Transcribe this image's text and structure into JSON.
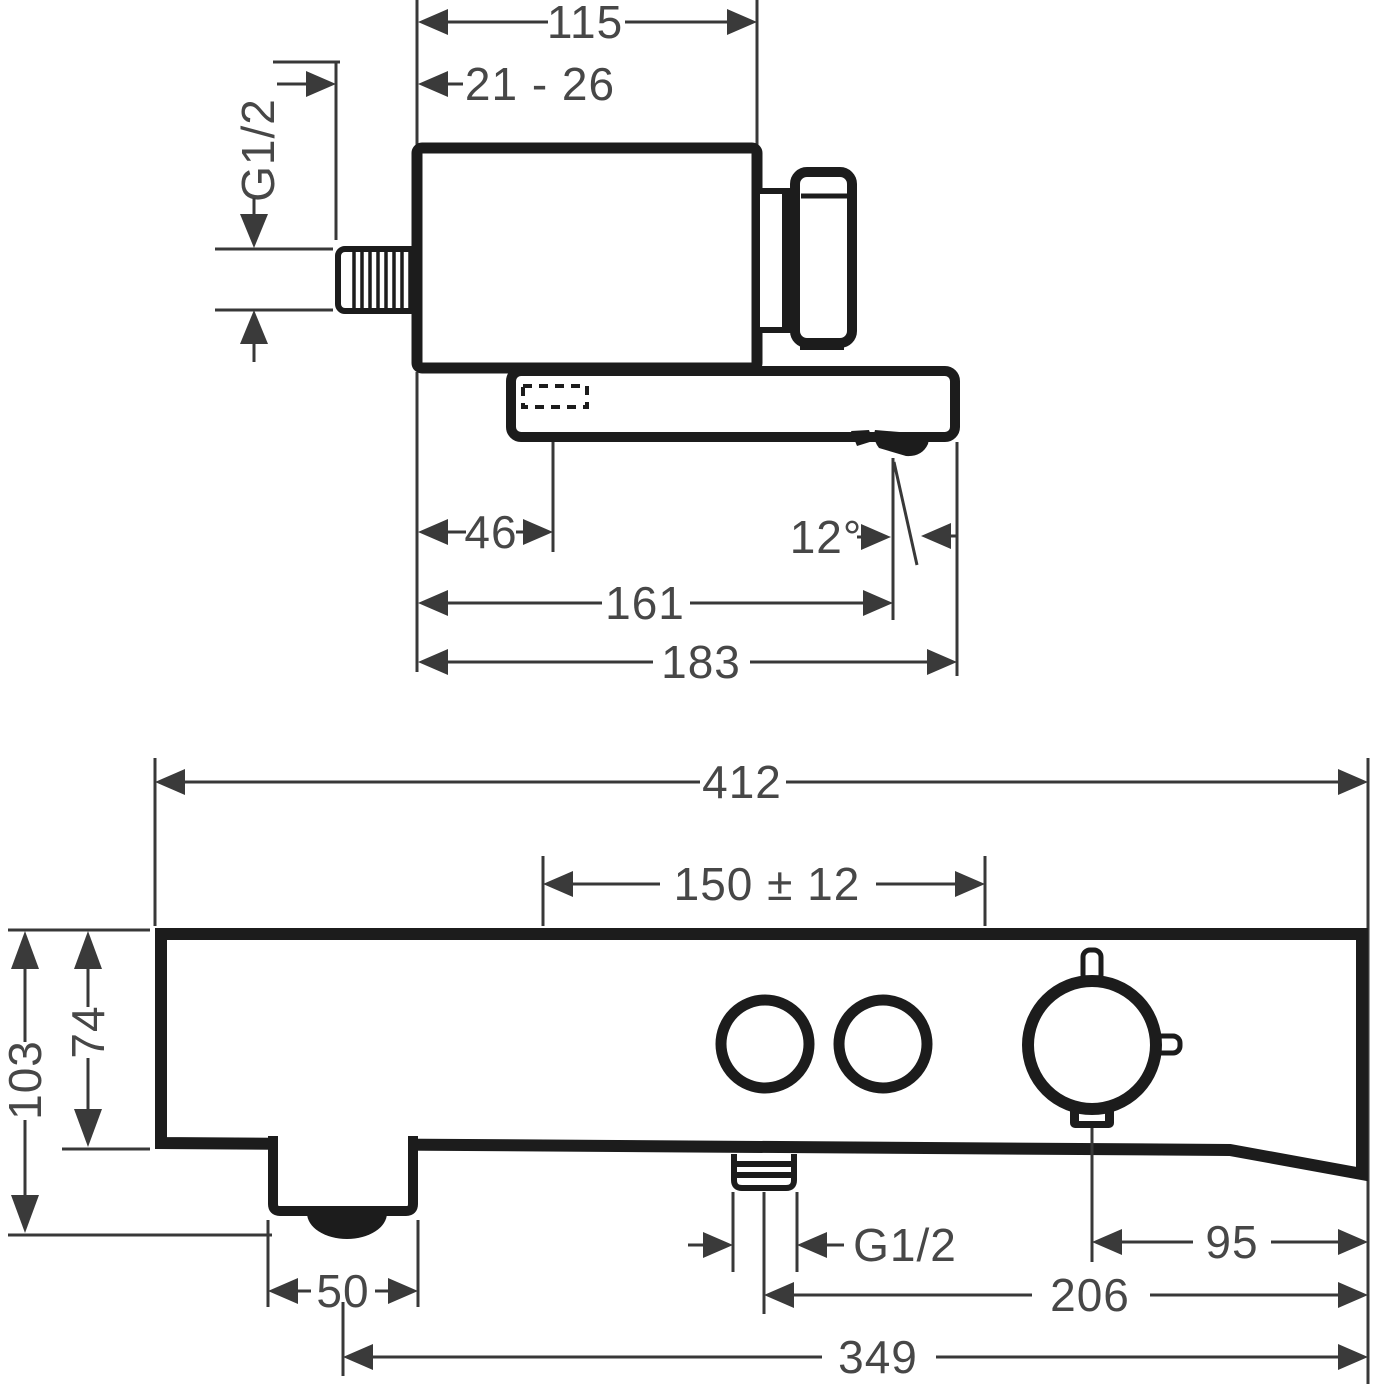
{
  "drawing": {
    "type": "technical-dimension-drawing",
    "product": "thermostatic bath mixer, two orthographic views",
    "ink_color": "#1c1c1c",
    "dim_color": "#3a3a3a",
    "background": "#ffffff"
  },
  "top_view": {
    "body_width": "115",
    "wall_distance_range": "21 - 26",
    "inlet_thread": "G1/2",
    "outlet_offset": "46",
    "spout_angle": "12°",
    "spout_reach": "161",
    "total_reach": "183"
  },
  "bottom_view": {
    "total_width": "412",
    "connection_spacing": "150 ± 12",
    "total_height": "103",
    "body_height": "74",
    "spout_width": "50",
    "hose_outlet_thread": "G1/2",
    "knob_to_edge": "95",
    "outlet_to_edge": "206",
    "spout_center_to_edge": "349"
  }
}
